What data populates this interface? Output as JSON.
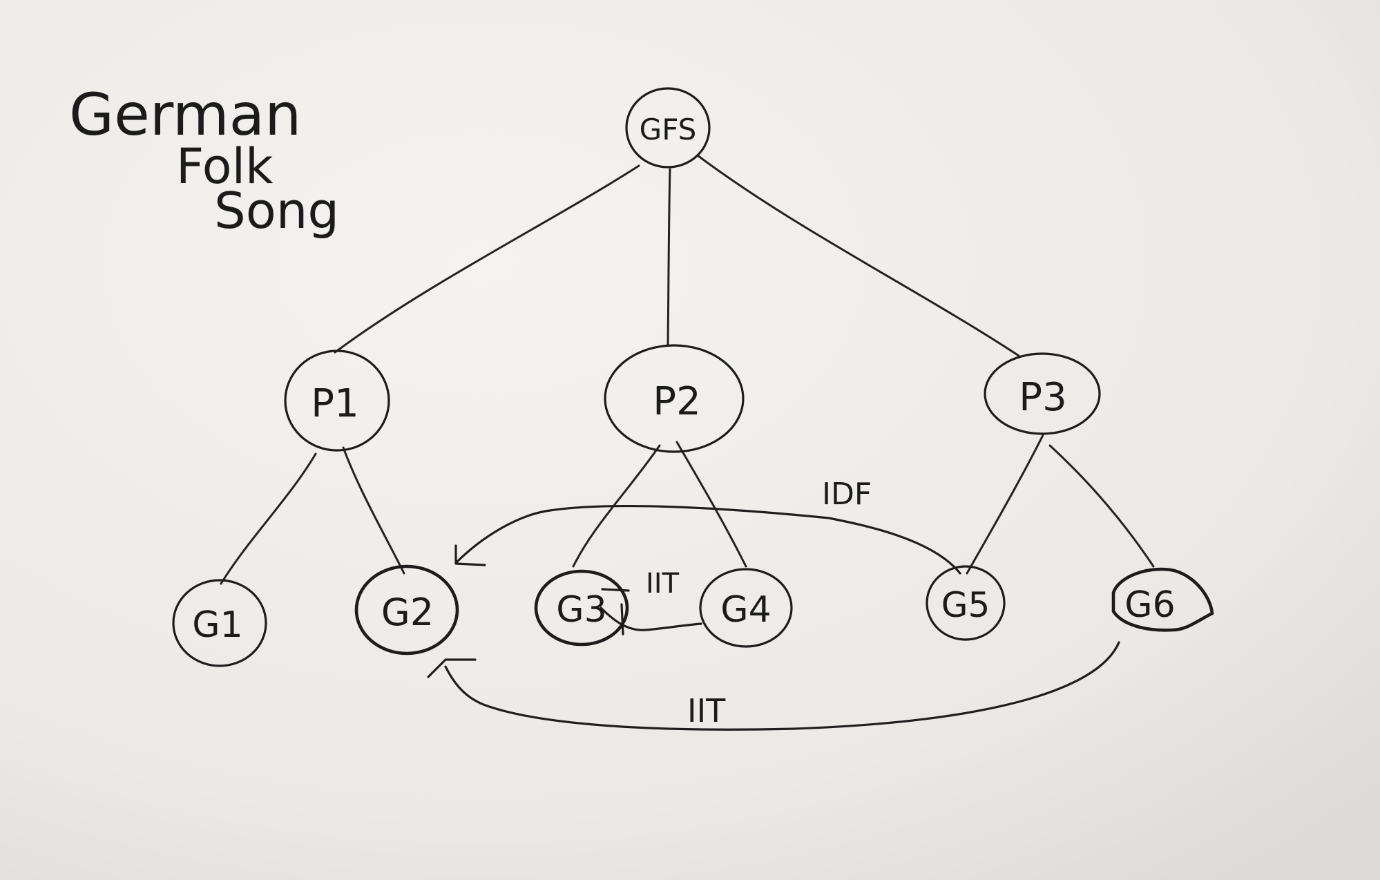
{
  "title": {
    "line1": "German",
    "line2": "Folk",
    "line3": "Song"
  },
  "nodes": {
    "root": "GFS",
    "p1": "P1",
    "p2": "P2",
    "p3": "P3",
    "g1": "G1",
    "g2": "G2",
    "g3": "G3",
    "g4": "G4",
    "g5": "G5",
    "g6": "G6"
  },
  "relations": {
    "g5_to_g2": "IDF",
    "g4_to_g3": "IIT",
    "g6_to_g2": "IIT"
  },
  "colors": {
    "paper": "#efeeeb",
    "ink": "#1c1c1c"
  }
}
